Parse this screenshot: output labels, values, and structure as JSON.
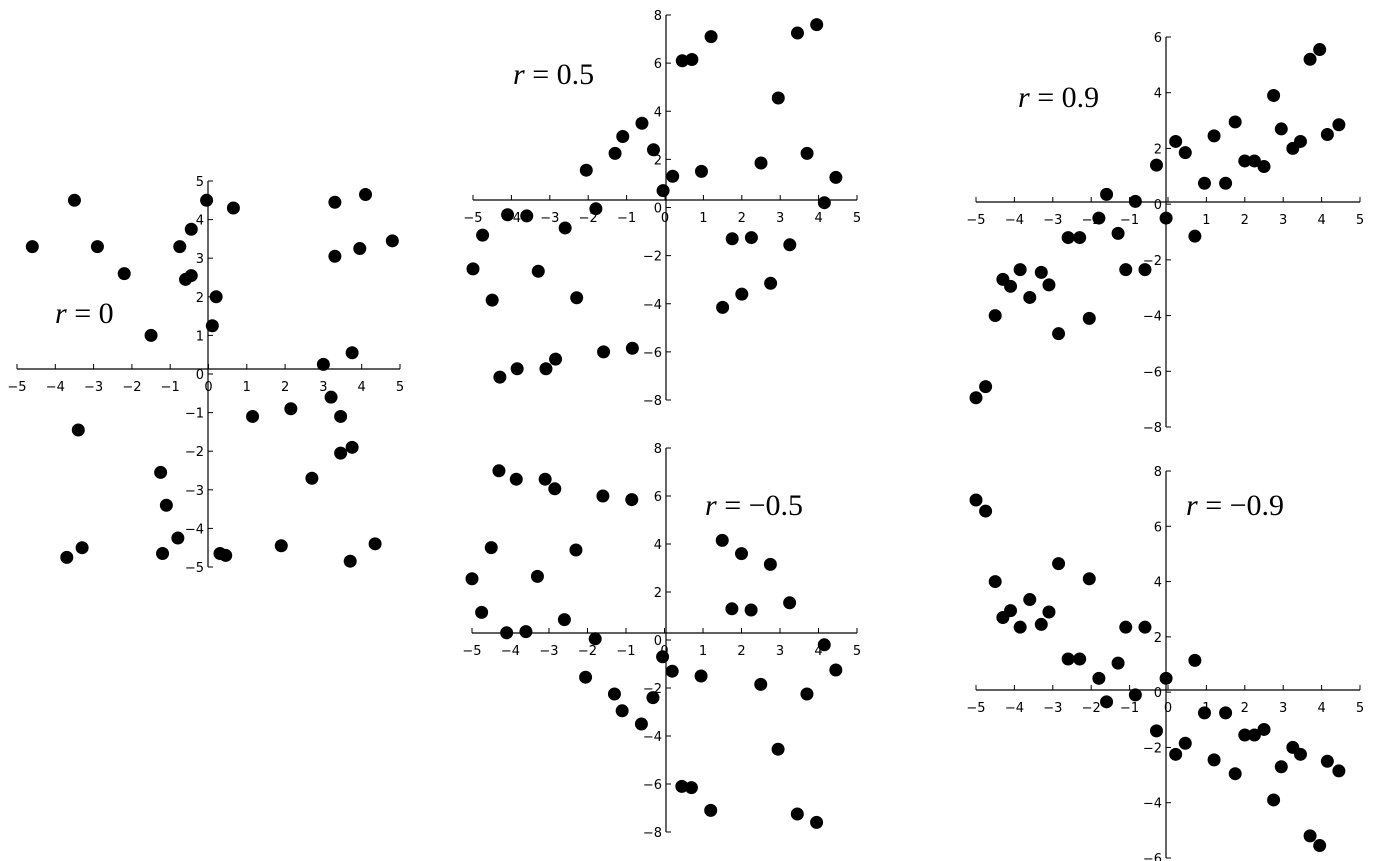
{
  "chart_data": [
    {
      "type": "scatter",
      "label": {
        "var": "r",
        "eq": " = ",
        "value": "0"
      },
      "xlim": [
        -5,
        5
      ],
      "ylim": [
        -5,
        5
      ],
      "xticks": [
        -5,
        -4,
        -3,
        -2,
        -1,
        0,
        1,
        2,
        3,
        4,
        5
      ],
      "yticks": [
        -5,
        -4,
        -3,
        -2,
        -1,
        0,
        1,
        2,
        3,
        4,
        5
      ],
      "x": [
        -4.6,
        -3.5,
        -2.9,
        -2.2,
        -1.5,
        -0.75,
        -0.6,
        -0.45,
        -0.45,
        -0.05,
        0.2,
        0.1,
        0.65,
        3.3,
        3.3,
        4.1,
        3.95,
        4.8,
        3.0,
        3.75,
        1.15,
        2.15,
        3.2,
        3.45,
        3.75,
        3.45,
        2.7,
        -3.4,
        -1.25,
        -1.1,
        -0.8,
        -1.2,
        -3.3,
        -3.7,
        0.3,
        0.45,
        1.9,
        3.7,
        4.35
      ],
      "y": [
        3.3,
        4.5,
        3.3,
        2.6,
        1.0,
        3.3,
        2.45,
        2.55,
        3.75,
        4.5,
        2.0,
        1.25,
        4.3,
        4.45,
        3.05,
        4.65,
        3.25,
        3.45,
        0.25,
        0.55,
        -1.1,
        -0.9,
        -0.6,
        -1.1,
        -1.9,
        -2.05,
        -2.7,
        -1.45,
        -2.55,
        -3.4,
        -4.25,
        -4.65,
        -4.5,
        -4.75,
        -4.65,
        -4.7,
        -4.45,
        -4.85,
        -4.4
      ]
    },
    {
      "type": "scatter",
      "label": {
        "var": "r",
        "eq": " = ",
        "value": "0.5"
      },
      "xlim": [
        -5,
        5
      ],
      "ylim": [
        -8,
        8
      ],
      "xticks": [
        -5,
        -4,
        -3,
        -2,
        -1,
        0,
        1,
        2,
        3,
        4,
        5
      ],
      "yticks": [
        -8,
        -6,
        -4,
        -2,
        0,
        2,
        4,
        6,
        8
      ],
      "x": [
        -5.0,
        -4.75,
        -4.5,
        -4.3,
        -4.1,
        -3.85,
        -3.6,
        -3.3,
        -3.1,
        -2.85,
        -2.6,
        -2.3,
        -2.05,
        -1.8,
        -1.6,
        -1.3,
        -1.1,
        -0.85,
        -0.6,
        -0.3,
        -0.05,
        0.2,
        0.45,
        0.7,
        0.95,
        1.2,
        1.5,
        1.75,
        2.0,
        2.25,
        2.5,
        2.75,
        2.95,
        3.25,
        3.45,
        3.7,
        3.95,
        4.15,
        4.45
      ],
      "y": [
        -2.55,
        -1.15,
        -3.85,
        -7.05,
        -0.3,
        -6.7,
        -0.35,
        -2.65,
        -6.7,
        -6.3,
        -0.85,
        -3.75,
        1.55,
        -0.05,
        -6.0,
        2.25,
        2.95,
        -5.85,
        3.5,
        2.4,
        0.7,
        1.3,
        6.1,
        6.15,
        1.5,
        7.1,
        -4.15,
        -1.3,
        -3.6,
        -1.25,
        1.85,
        -3.15,
        4.55,
        -1.55,
        7.25,
        2.25,
        7.6,
        0.2,
        1.25
      ]
    },
    {
      "type": "scatter",
      "label": {
        "var": "r",
        "eq": " = ",
        "value": "0.9"
      },
      "xlim": [
        -5,
        5
      ],
      "ylim": [
        -8,
        6
      ],
      "xticks": [
        -5,
        -4,
        -3,
        -2,
        -1,
        0,
        1,
        2,
        3,
        4,
        5
      ],
      "yticks": [
        -8,
        -6,
        -4,
        -2,
        0,
        2,
        4,
        6
      ],
      "x": [
        -5.0,
        -4.75,
        -4.5,
        -4.3,
        -4.1,
        -3.85,
        -3.6,
        -3.3,
        -3.1,
        -2.85,
        -2.6,
        -2.3,
        -2.05,
        -1.8,
        -1.6,
        -1.3,
        -1.1,
        -0.85,
        -0.6,
        -0.3,
        -0.05,
        0.2,
        0.45,
        0.7,
        0.95,
        1.2,
        1.5,
        1.75,
        2.0,
        2.25,
        2.5,
        2.75,
        2.95,
        3.25,
        3.45,
        3.7,
        3.95,
        4.15,
        4.45
      ],
      "y": [
        -6.95,
        -6.55,
        -4.0,
        -2.7,
        -2.95,
        -2.35,
        -3.35,
        -2.45,
        -2.9,
        -4.65,
        -1.2,
        -1.2,
        -4.1,
        -0.5,
        0.35,
        -1.05,
        -2.35,
        0.1,
        -2.35,
        1.4,
        -0.5,
        2.25,
        1.85,
        -1.15,
        0.75,
        2.45,
        0.75,
        2.95,
        1.55,
        1.55,
        1.35,
        3.9,
        2.7,
        2.0,
        2.25,
        5.2,
        5.55,
        2.5,
        2.85
      ]
    },
    {
      "type": "scatter",
      "label": {
        "var": "r",
        "eq": " = ",
        "value": "−0.5"
      },
      "xlim": [
        -5,
        5
      ],
      "ylim": [
        -8,
        8
      ],
      "xticks": [
        -5,
        -4,
        -3,
        -2,
        -1,
        0,
        1,
        2,
        3,
        4,
        5
      ],
      "yticks": [
        -8,
        -6,
        -4,
        -2,
        0,
        2,
        4,
        6,
        8
      ],
      "x": [
        -5.0,
        -4.75,
        -4.5,
        -4.3,
        -4.1,
        -3.85,
        -3.6,
        -3.3,
        -3.1,
        -2.85,
        -2.6,
        -2.3,
        -2.05,
        -1.8,
        -1.6,
        -1.3,
        -1.1,
        -0.85,
        -0.6,
        -0.3,
        -0.05,
        0.2,
        0.45,
        0.7,
        0.95,
        1.2,
        1.5,
        1.75,
        2.0,
        2.25,
        2.5,
        2.75,
        2.95,
        3.25,
        3.45,
        3.7,
        3.95,
        4.15,
        4.45
      ],
      "y": [
        2.55,
        1.15,
        3.85,
        7.05,
        0.3,
        6.7,
        0.35,
        2.65,
        6.7,
        6.3,
        0.85,
        3.75,
        -1.55,
        0.05,
        6.0,
        -2.25,
        -2.95,
        5.85,
        -3.5,
        -2.4,
        -0.7,
        -1.3,
        -6.1,
        -6.15,
        -1.5,
        -7.1,
        4.15,
        1.3,
        3.6,
        1.25,
        -1.85,
        3.15,
        -4.55,
        1.55,
        -7.25,
        -2.25,
        -7.6,
        -0.2,
        -1.25
      ]
    },
    {
      "type": "scatter",
      "label": {
        "var": "r",
        "eq": " = ",
        "value": "−0.9"
      },
      "xlim": [
        -5,
        5
      ],
      "ylim": [
        -6,
        8
      ],
      "xticks": [
        -5,
        -4,
        -3,
        -2,
        -1,
        0,
        1,
        2,
        3,
        4,
        5
      ],
      "yticks": [
        -6,
        -4,
        -2,
        0,
        2,
        4,
        6,
        8
      ],
      "x": [
        -5.0,
        -4.75,
        -4.5,
        -4.3,
        -4.1,
        -3.85,
        -3.6,
        -3.3,
        -3.1,
        -2.85,
        -2.6,
        -2.3,
        -2.05,
        -1.8,
        -1.6,
        -1.3,
        -1.1,
        -0.85,
        -0.6,
        -0.3,
        -0.05,
        0.2,
        0.45,
        0.7,
        0.95,
        1.2,
        1.5,
        1.75,
        2.0,
        2.25,
        2.5,
        2.75,
        2.95,
        3.25,
        3.45,
        3.7,
        3.95,
        4.15,
        4.45
      ],
      "y": [
        6.95,
        6.55,
        4.0,
        2.7,
        2.95,
        2.35,
        3.35,
        2.45,
        2.9,
        4.65,
        1.2,
        1.2,
        4.1,
        0.5,
        -0.35,
        1.05,
        2.35,
        -0.1,
        2.35,
        -1.4,
        0.5,
        -2.25,
        -1.85,
        1.15,
        -0.75,
        -2.45,
        -0.75,
        -2.95,
        -1.55,
        -1.55,
        -1.35,
        -3.9,
        -2.7,
        -2.0,
        -2.25,
        -5.2,
        -5.55,
        -2.5,
        -2.85
      ]
    }
  ]
}
